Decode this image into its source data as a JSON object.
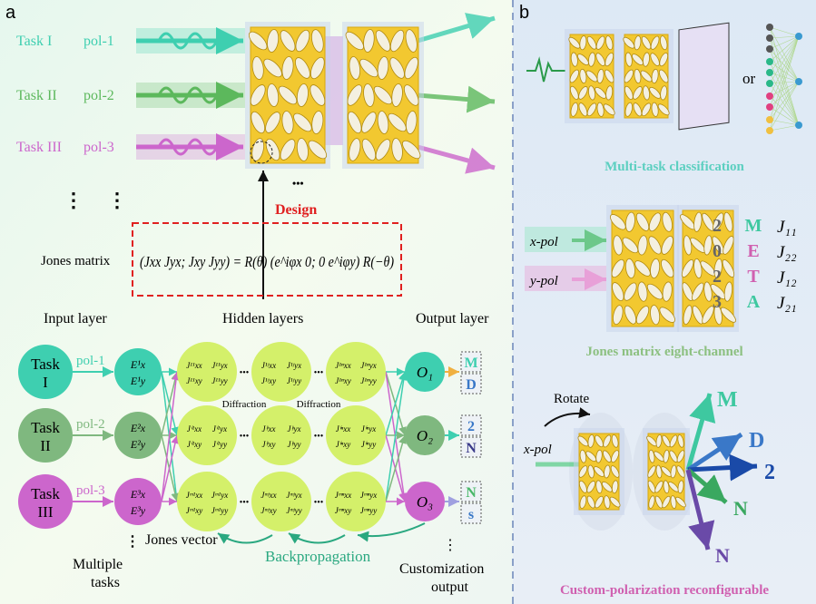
{
  "panel_a": {
    "label": "a",
    "tasks": [
      {
        "name": "Task I",
        "pol": "pol-1",
        "color": "#3ecfb0"
      },
      {
        "name": "Task II",
        "pol": "pol-2",
        "color": "#5cb85c"
      },
      {
        "name": "Task III",
        "pol": "pol-3",
        "color": "#cc66cc"
      }
    ],
    "dots": "⋮",
    "ellipsis": "•••",
    "design": "Design",
    "jones_label": "Jones matrix",
    "jones_equation": "(Jxx Jyx; Jxy Jyy) = R(θ) (e^iφx 0; 0 e^iφy) R(−θ)",
    "input_layer": "Input layer",
    "hidden_layers": "Hidden layers",
    "output_layer": "Output layer",
    "task_nodes": [
      [
        "Task",
        "I"
      ],
      [
        "Task",
        "II"
      ],
      [
        "Task",
        "III"
      ]
    ],
    "jones_vectors": [
      [
        "E¹x",
        "E¹y"
      ],
      [
        "E²x",
        "E²y"
      ],
      [
        "E³x",
        "E³y"
      ]
    ],
    "hidden_nodes": [
      [
        [
          "J¹¹xx",
          "J¹¹yx",
          "J¹¹xy",
          "J¹¹yy"
        ],
        [
          "J¹ʲxx",
          "J¹ʲyx",
          "J¹ʲxy",
          "J¹ʲyy"
        ],
        [
          "J¹ⁿxx",
          "J¹ⁿyx",
          "J¹ⁿxy",
          "J¹ⁿyy"
        ]
      ],
      [
        [
          "Jⁱ¹xx",
          "Jⁱ¹yx",
          "Jⁱ¹xy",
          "Jⁱ¹yy"
        ],
        [
          "Jⁱʲxx",
          "Jⁱʲyx",
          "Jⁱʲxy",
          "Jⁱʲyy"
        ],
        [
          "Jⁱⁿxx",
          "Jⁱⁿyx",
          "Jⁱⁿxy",
          "Jⁱⁿyy"
        ]
      ],
      [
        [
          "Jᵐ¹xx",
          "Jᵐ¹yx",
          "Jᵐ¹xy",
          "Jᵐ¹yy"
        ],
        [
          "Jᵐʲxx",
          "Jᵐʲyx",
          "Jᵐʲxy",
          "Jᵐʲyy"
        ],
        [
          "Jᵐⁿxx",
          "Jᵐⁿyx",
          "Jᵐⁿxy",
          "Jᵐⁿyy"
        ]
      ]
    ],
    "diffraction": [
      "Diffraction",
      "Diffraction"
    ],
    "outputs": [
      "O₁",
      "O₂",
      "O₃"
    ],
    "output_letters": [
      "M",
      "D",
      "2",
      "N",
      "N",
      "s"
    ],
    "jones_vector_label": "Jones vector",
    "multiple_tasks": [
      "Multiple",
      "tasks"
    ],
    "backpropagation": "Backpropagation",
    "customization": [
      "Customization",
      "output"
    ]
  },
  "panel_b": {
    "label": "b",
    "or": "or",
    "multi_task": "Multi-task classification",
    "x_pol": "x-pol",
    "y_pol": "y-pol",
    "digits": [
      "2",
      "0",
      "2",
      "3"
    ],
    "letters": [
      "M",
      "E",
      "T",
      "A"
    ],
    "channels": [
      "J₁₁",
      "J₂₂",
      "J₁₂",
      "J₂₁"
    ],
    "eight_channel": "Jones matrix eight-channel",
    "rotate": "Rotate",
    "x_pol2": "x-pol",
    "fan_letters": [
      "M",
      "D",
      "2",
      "N",
      "N"
    ],
    "custom": "Custom-polarization reconfigurable"
  },
  "colors": {
    "teal": "#3ecfb0",
    "green": "#6bbf6b",
    "pink": "#cc66cc",
    "red": "#e02020",
    "gold": "#f2c830",
    "node": "#d4f06a",
    "blue": "#3a78c8",
    "navy": "#3a3a8a"
  }
}
